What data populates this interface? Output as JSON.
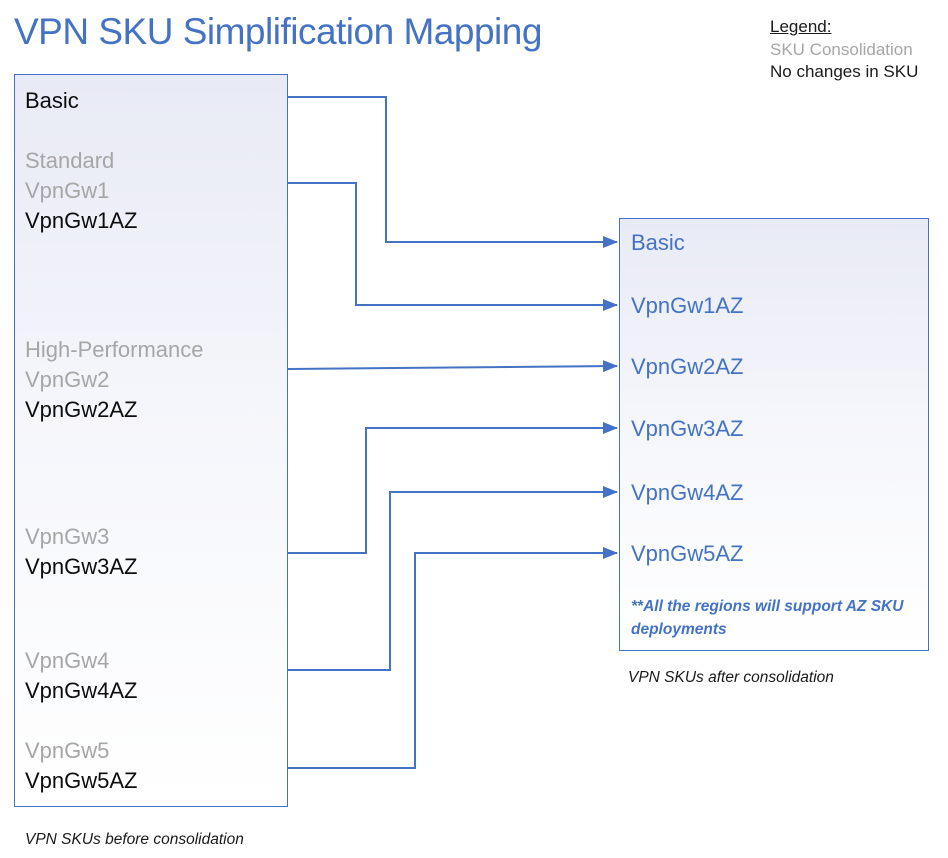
{
  "title": "VPN SKU Simplification Mapping",
  "legend": {
    "heading": "Legend:",
    "items": [
      {
        "label": "SKU Consolidation",
        "meaning": "sku-consolidation",
        "color": "#a6a6a6"
      },
      {
        "label": "No changes in SKU",
        "meaning": "no-change",
        "color": "#1a1a1a"
      }
    ]
  },
  "before_box": {
    "caption": "VPN SKUs before consolidation",
    "groups": [
      {
        "lines": [
          {
            "text": "Basic",
            "style": "black"
          }
        ]
      },
      {
        "lines": [
          {
            "text": "Standard",
            "style": "gray"
          },
          {
            "text": "VpnGw1",
            "style": "gray"
          },
          {
            "text": "VpnGw1AZ",
            "style": "black"
          }
        ]
      },
      {
        "lines": [
          {
            "text": "High-Performance",
            "style": "gray"
          },
          {
            "text": "VpnGw2",
            "style": "gray"
          },
          {
            "text": "VpnGw2AZ",
            "style": "black"
          }
        ]
      },
      {
        "lines": [
          {
            "text": "VpnGw3",
            "style": "gray"
          },
          {
            "text": "VpnGw3AZ",
            "style": "black"
          }
        ]
      },
      {
        "lines": [
          {
            "text": "VpnGw4",
            "style": "gray"
          },
          {
            "text": "VpnGw4AZ",
            "style": "black"
          }
        ]
      },
      {
        "lines": [
          {
            "text": "VpnGw5",
            "style": "gray"
          },
          {
            "text": "VpnGw5AZ",
            "style": "black"
          }
        ]
      }
    ]
  },
  "after_box": {
    "caption": "VPN SKUs after consolidation",
    "items": [
      "Basic",
      "VpnGw1AZ",
      "VpnGw2AZ",
      "VpnGw3AZ",
      "VpnGw4AZ",
      "VpnGw5AZ"
    ],
    "note": "**All the regions will support AZ SKU deployments"
  },
  "connectors": [
    {
      "from": "Basic",
      "to": "Basic"
    },
    {
      "from": "VpnGw1",
      "to": "VpnGw1AZ"
    },
    {
      "from": "VpnGw2",
      "to": "VpnGw2AZ"
    },
    {
      "from": "VpnGw3",
      "to": "VpnGw3AZ"
    },
    {
      "from": "VpnGw4",
      "to": "VpnGw4AZ"
    },
    {
      "from": "VpnGw5",
      "to": "VpnGw5AZ"
    }
  ],
  "colors": {
    "accent": "#4472c4",
    "gray_text": "#a6a6a6",
    "black_text": "#0d0d0d",
    "box_fill_top": "#e8eaf5",
    "box_fill_bottom": "#ffffff"
  }
}
